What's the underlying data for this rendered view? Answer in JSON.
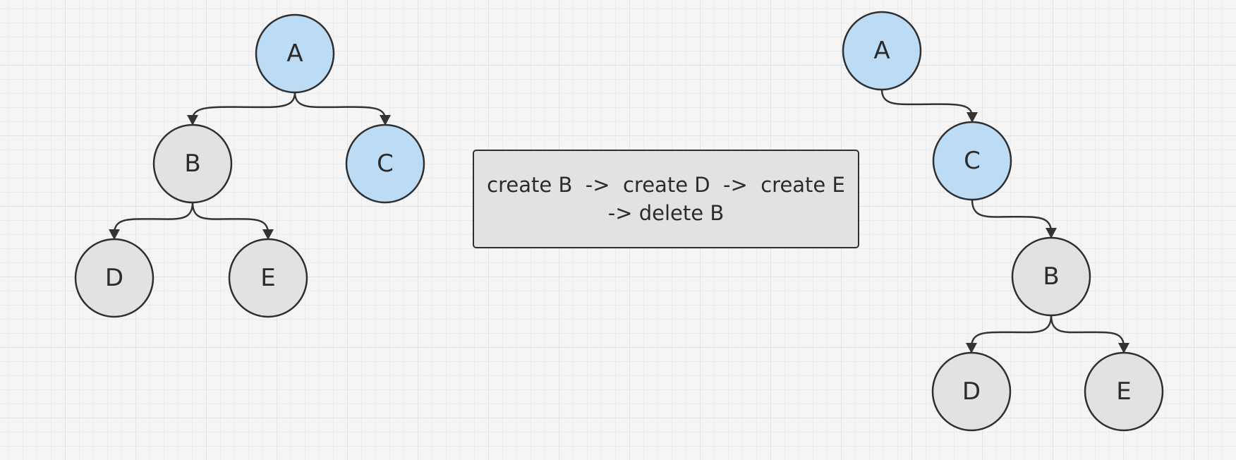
{
  "colors": {
    "highlight_fill": "#bcdcf6",
    "default_fill": "#e2e2e2",
    "stroke": "#2f2f2f"
  },
  "trees": [
    {
      "nodes": [
        {
          "id": "A",
          "label": "A",
          "highlight": true
        },
        {
          "id": "B",
          "label": "B",
          "highlight": false
        },
        {
          "id": "C",
          "label": "C",
          "highlight": true
        },
        {
          "id": "D",
          "label": "D",
          "highlight": false
        },
        {
          "id": "E",
          "label": "E",
          "highlight": false
        }
      ],
      "edges": [
        [
          "A",
          "B"
        ],
        [
          "A",
          "C"
        ],
        [
          "B",
          "D"
        ],
        [
          "B",
          "E"
        ]
      ]
    },
    {
      "nodes": [
        {
          "id": "A",
          "label": "A",
          "highlight": true
        },
        {
          "id": "C",
          "label": "C",
          "highlight": true
        },
        {
          "id": "B",
          "label": "B",
          "highlight": false
        },
        {
          "id": "D",
          "label": "D",
          "highlight": false
        },
        {
          "id": "E",
          "label": "E",
          "highlight": false
        }
      ],
      "edges": [
        [
          "A",
          "C"
        ],
        [
          "C",
          "B"
        ],
        [
          "B",
          "D"
        ],
        [
          "B",
          "E"
        ]
      ]
    }
  ],
  "note": {
    "line1": "create B  ->  create D  ->  create E",
    "line2": "-> delete B"
  }
}
